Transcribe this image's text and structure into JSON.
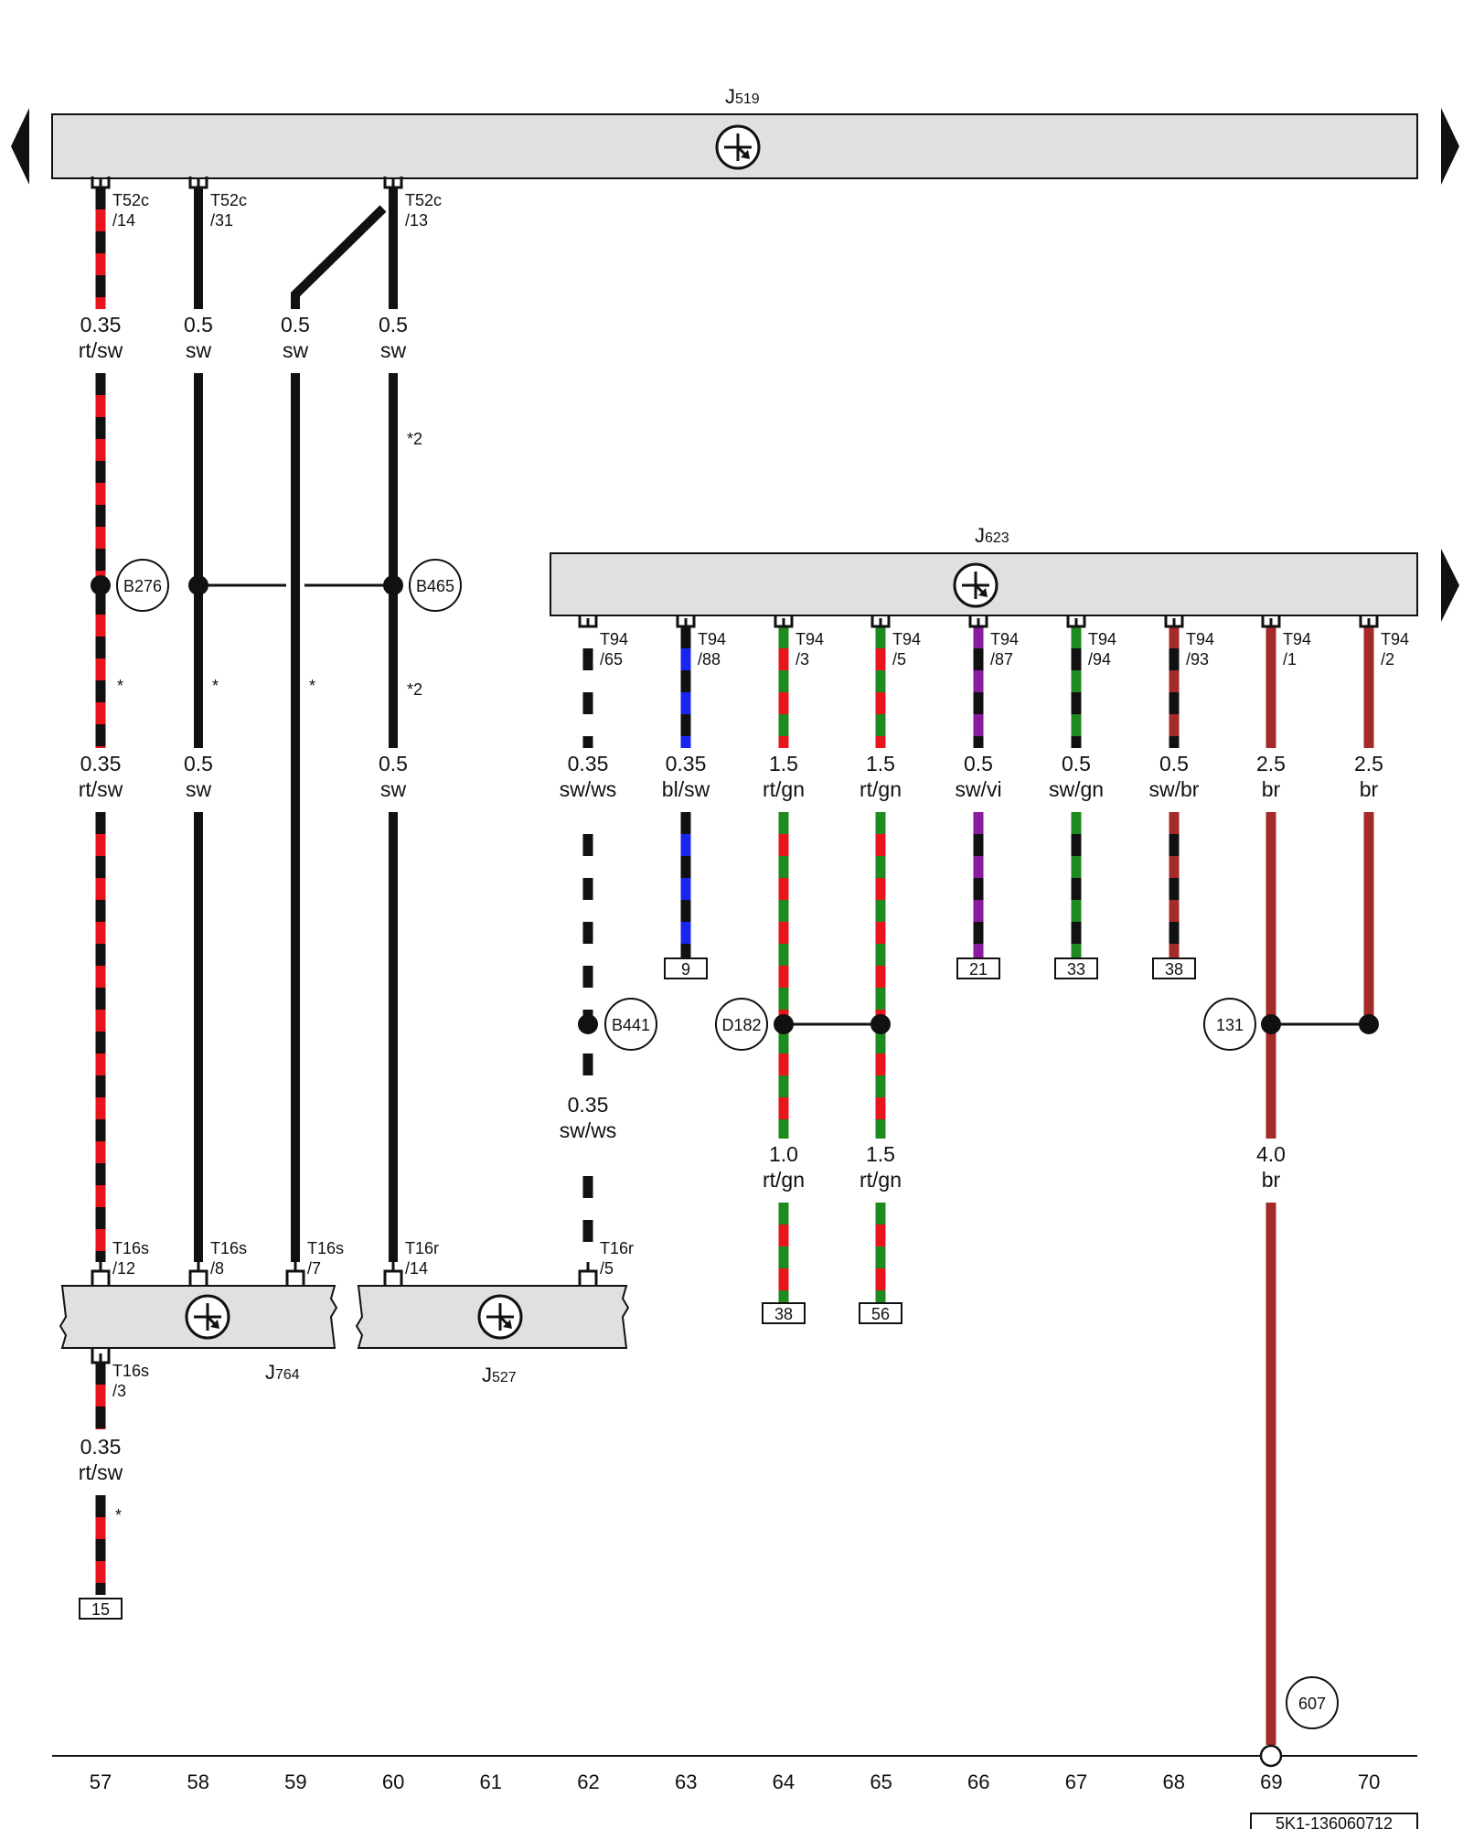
{
  "colors": {
    "red": "#e8151c",
    "black": "#111111",
    "brown": "#a52a2a",
    "green": "#1f8a1f",
    "blue": "#1a24f0",
    "violet": "#8a1aa0",
    "white": "#ffffff",
    "module_fill": "#e0e0e0"
  },
  "modules": {
    "j519": {
      "letter": "J",
      "num": "519"
    },
    "j623": {
      "letter": "J",
      "num": "623"
    },
    "j764": {
      "letter": "J",
      "num": "764"
    },
    "j527": {
      "letter": "J",
      "num": "527"
    }
  },
  "pins": {
    "t52c_14": [
      "T52c",
      "/14"
    ],
    "t52c_31": [
      "T52c",
      "/31"
    ],
    "t52c_13": [
      "T52c",
      "/13"
    ],
    "t94_65": [
      "T94",
      "/65"
    ],
    "t94_88": [
      "T94",
      "/88"
    ],
    "t94_3": [
      "T94",
      "/3"
    ],
    "t94_5": [
      "T94",
      "/5"
    ],
    "t94_87": [
      "T94",
      "/87"
    ],
    "t94_94": [
      "T94",
      "/94"
    ],
    "t94_93": [
      "T94",
      "/93"
    ],
    "t94_1": [
      "T94",
      "/1"
    ],
    "t94_2": [
      "T94",
      "/2"
    ],
    "t16s_12": [
      "T16s",
      "/12"
    ],
    "t16s_8": [
      "T16s",
      "/8"
    ],
    "t16s_7": [
      "T16s",
      "/7"
    ],
    "t16r_14": [
      "T16r",
      "/14"
    ],
    "t16r_5": [
      "T16r",
      "/5"
    ],
    "t16s_3": [
      "T16s",
      "/3"
    ]
  },
  "gauges": {
    "g57a": [
      "0.35",
      "rt/sw"
    ],
    "g58a": [
      "0.5",
      "sw"
    ],
    "g59a": [
      "0.5",
      "sw"
    ],
    "g60a": [
      "0.5",
      "sw"
    ],
    "g57b": [
      "0.35",
      "rt/sw"
    ],
    "g58b": [
      "0.5",
      "sw"
    ],
    "g60b": [
      "0.5",
      "sw"
    ],
    "g62b": [
      "0.35",
      "sw/ws"
    ],
    "g63b": [
      "0.35",
      "bl/sw"
    ],
    "g64b": [
      "1.5",
      "rt/gn"
    ],
    "g65b": [
      "1.5",
      "rt/gn"
    ],
    "g66b": [
      "0.5",
      "sw/vi"
    ],
    "g67b": [
      "0.5",
      "sw/gn"
    ],
    "g68b": [
      "0.5",
      "sw/br"
    ],
    "g69b": [
      "2.5",
      "br"
    ],
    "g70b": [
      "2.5",
      "br"
    ],
    "g62c": [
      "0.35",
      "sw/ws"
    ],
    "g64c": [
      "1.0",
      "rt/gn"
    ],
    "g65c": [
      "1.5",
      "rt/gn"
    ],
    "g69c": [
      "4.0",
      "br"
    ],
    "g57d": [
      "0.35",
      "rt/sw"
    ]
  },
  "nodes": {
    "b276": "B276",
    "b465": "B465",
    "b441": "B441",
    "d182": "D182",
    "n131": "131",
    "n607": "607"
  },
  "refs": {
    "r9": "9",
    "r21": "21",
    "r33": "33",
    "r38a": "38",
    "r38b": "38",
    "r56": "56",
    "r15": "15"
  },
  "notes": {
    "star2_top": "*2",
    "star57": "*",
    "star58": "*",
    "star59": "*",
    "star2_bottom": "*2",
    "star15": "*"
  },
  "footer": {
    "tracks": [
      "57",
      "58",
      "59",
      "60",
      "61",
      "62",
      "63",
      "64",
      "65",
      "66",
      "67",
      "68",
      "69",
      "70"
    ],
    "doc_id": "5K1-136060712"
  }
}
